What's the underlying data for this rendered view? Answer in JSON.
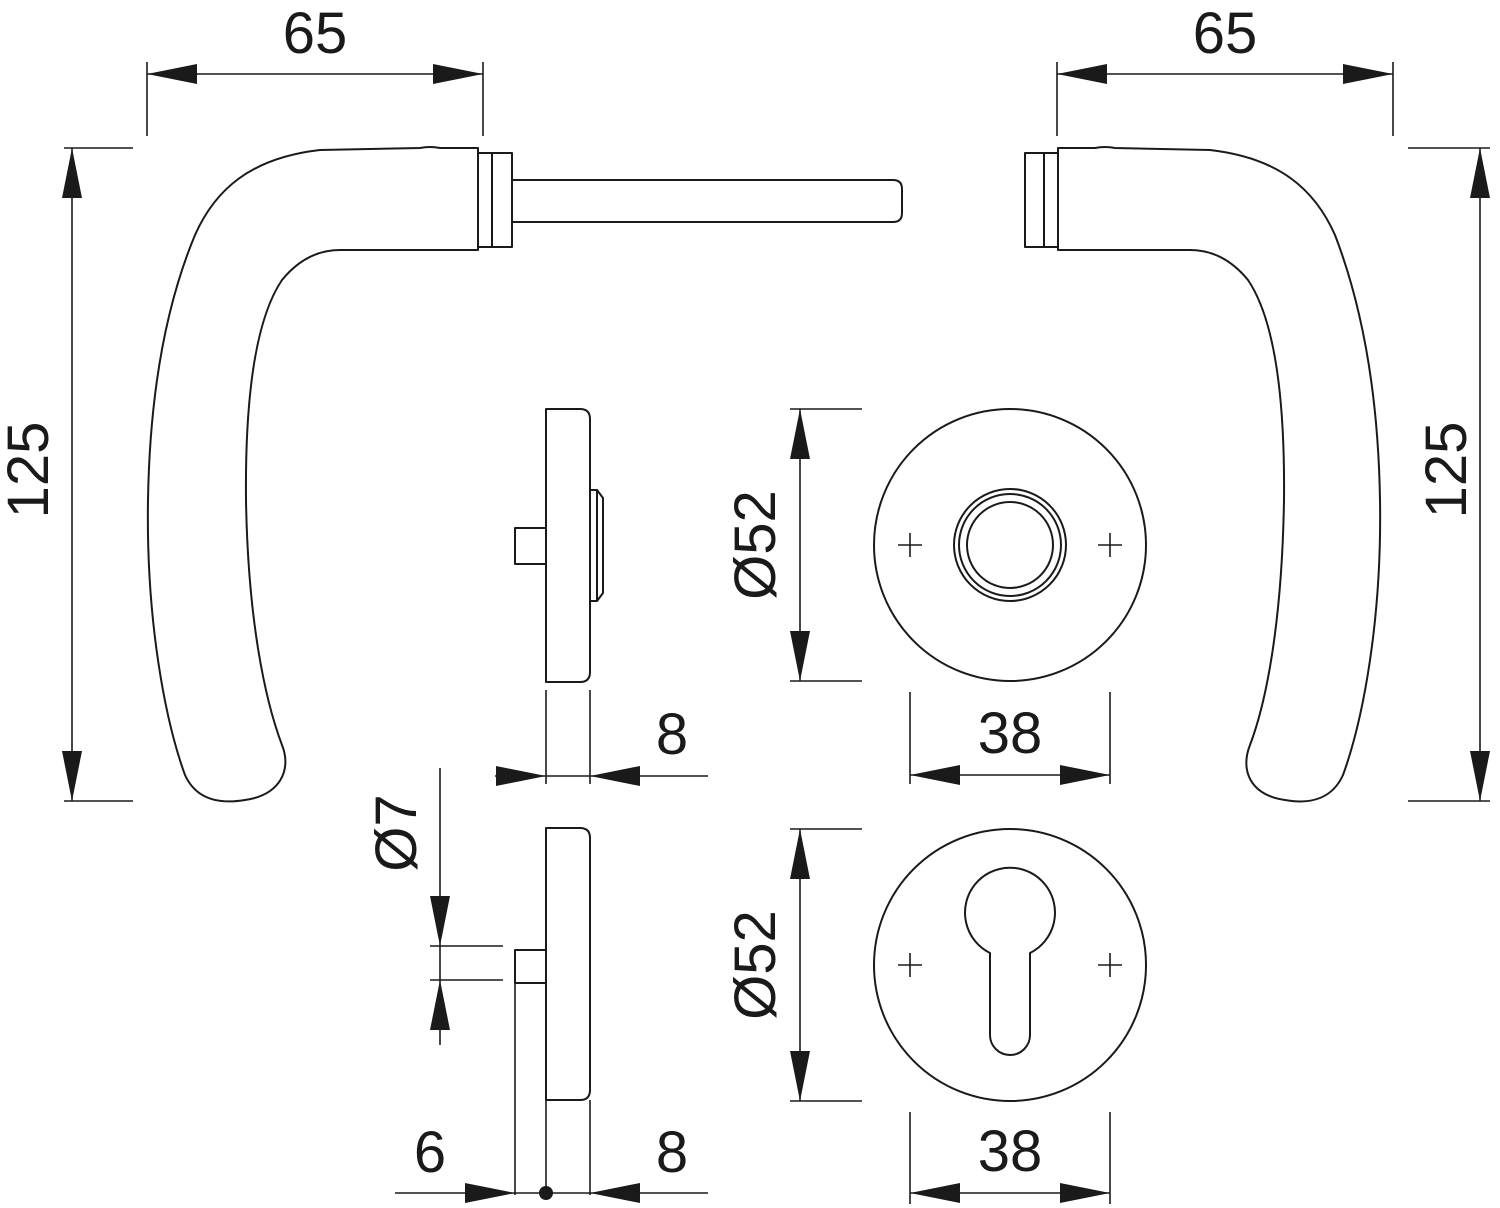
{
  "dimensions": {
    "left_lever_width": "65",
    "right_lever_width": "65",
    "left_lever_height": "125",
    "right_lever_height": "125",
    "rose_thickness_top": "8",
    "rose_diameter_top": "Ø52",
    "screw_spacing_top": "38",
    "spindle_diameter": "Ø7",
    "escutcheon_projection": "6",
    "rose_thickness_bottom": "8",
    "rose_diameter_bottom": "Ø52",
    "screw_spacing_bottom": "38"
  }
}
